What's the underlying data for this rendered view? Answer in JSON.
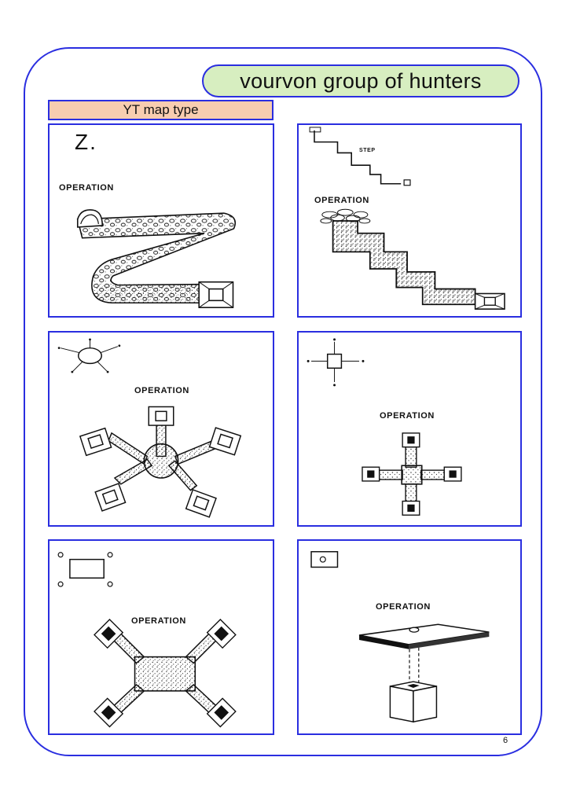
{
  "header": {
    "title": "vourvon  group of hunters",
    "subtitle": "YT map type"
  },
  "panels": [
    {
      "glyph": "Z.",
      "label": "OPERATION"
    },
    {
      "label": "OPERATION",
      "step_label": "STEP"
    },
    {
      "label": "OPERATION"
    },
    {
      "label": "OPERATION"
    },
    {
      "label": "OPERATION"
    },
    {
      "label": "OPERATION"
    }
  ],
  "footer": {
    "page_number": "6"
  },
  "colors": {
    "border": "#2a2ee0",
    "title_fill": "#d7eec0",
    "subtitle_fill": "#f8cdb0",
    "ink": "#111111"
  }
}
